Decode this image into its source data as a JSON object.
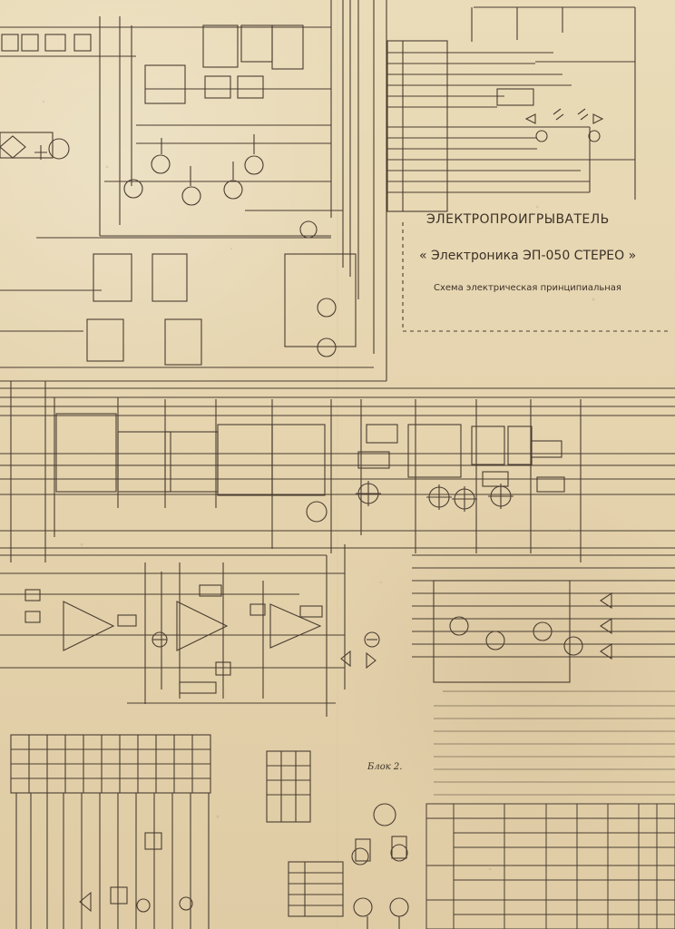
{
  "title": {
    "main": "ЭЛЕКТРОПРОИГРЫВАТЕЛЬ",
    "subtitle": "« Электроника ЭП-050 СТЕРЕО »",
    "description": "Схема электрическая принципиальная"
  },
  "labels": {
    "block2": "Блок 2."
  },
  "colors": {
    "paper": "#e8d8b2",
    "ink": "#3b3128"
  }
}
